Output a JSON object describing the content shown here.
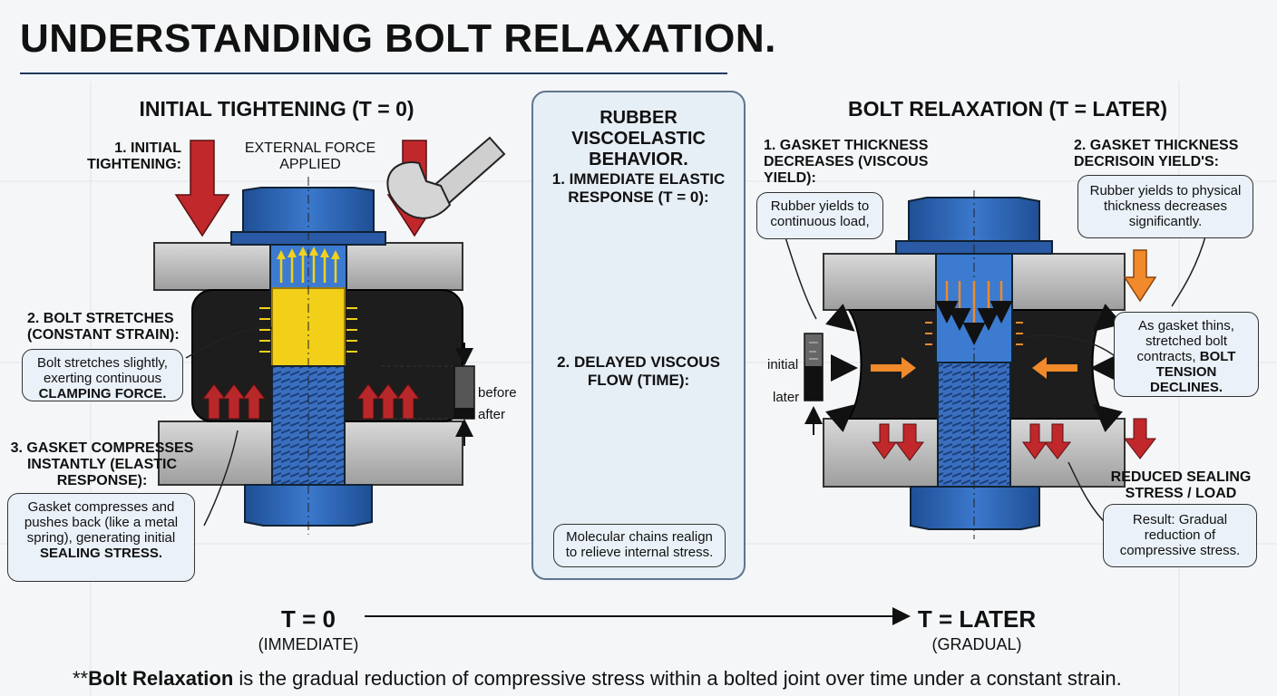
{
  "title": "UNDERSTANDING BOLT RELAXATION.",
  "left": {
    "heading": "INITIAL TIGHTENING (T = 0)",
    "label1": "1. INITIAL TIGHTENING:",
    "external_force": "EXTERNAL FORCE APPLIED",
    "label2": "2. BOLT STRETCHES (CONSTANT STRAIN):",
    "callout2_text": "Bolt stretches slightly, exerting continuous",
    "callout2_bold": "CLAMPING FORCE.",
    "label3": "3. GASKET COMPRESSES INSTANTLY (ELASTIC RESPONSE):",
    "callout3_text": "Gasket compresses and pushes back (like a metal spring), generating initial",
    "callout3_bold": "SEALING STRESS.",
    "gauge_before": "before",
    "gauge_after": "after"
  },
  "middle": {
    "heading": "RUBBER VISCOELASTIC BEHAVIOR.",
    "sub1": "1. IMMEDIATE ELASTIC RESPONSE (T = 0):",
    "sub2": "2. DELAYED VISCOUS FLOW (TIME):",
    "callout": "Molecular chains realign to relieve internal stress."
  },
  "right": {
    "heading": "BOLT RELAXATION (T = LATER)",
    "label1": "1. GASKET THICKNESS DECREASES (VISCOUS YIELD):",
    "callout1": "Rubber yields to continuous load,",
    "label2": "2. GASKET THICKNESS DECRISOIN YIELD'S:",
    "callout2": "Rubber yields to physical thickness decreases significantly.",
    "callout3_text": "As gasket thins, stretched bolt contracts,",
    "callout3_bold": "BOLT TENSION DECLINES.",
    "label4": "REDUCED SEALING STRESS / LOAD",
    "callout4": "Result: Gradual reduction of compressive stress.",
    "gauge_initial": "initial",
    "gauge_later": "later"
  },
  "timeline": {
    "start": "T = 0",
    "start_sub": "(IMMEDIATE)",
    "end": "T = LATER",
    "end_sub": "(GRADUAL)"
  },
  "footer": {
    "prefix": "**",
    "bold": "Bolt Relaxation",
    "rest": " is the gradual reduction of compressive stress within a bolted joint over time under a constant strain."
  },
  "colors": {
    "bolt_blue": "#2f63b0",
    "arrow_red": "#b8282b",
    "arrow_orange": "#f08a2a",
    "gasket_black": "#1d1d1d",
    "flange_gray": "#b8b8b8",
    "strain_yellow": "#f2cf19"
  }
}
